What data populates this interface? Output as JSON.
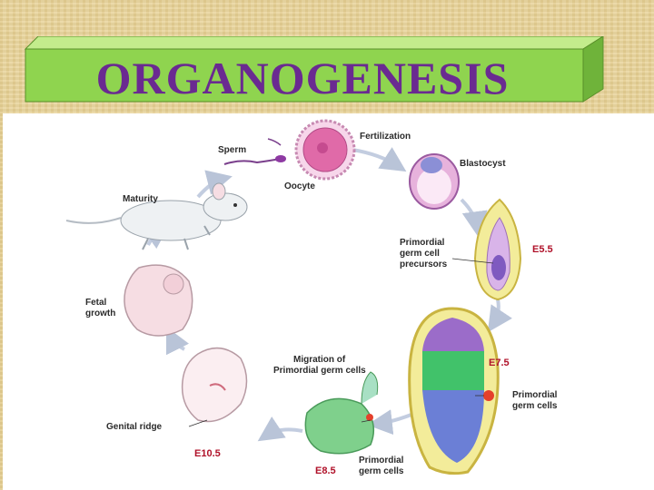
{
  "title": "ORGANOGENESIS",
  "colors": {
    "banner_green": "#8fd44f",
    "title_purple": "#6a2a91",
    "stage_red": "#b0122a",
    "background": "#e9d49a"
  },
  "diagram": {
    "labels": {
      "sperm": "Sperm",
      "fertilization": "Fertilization",
      "oocyte": "Oocyte",
      "blastocyst": "Blastocyst",
      "maturity": "Maturity",
      "pgc_precursors": [
        "Primordial",
        "germ cell",
        "precursors"
      ],
      "fetal_growth": [
        "Fetal",
        "growth"
      ],
      "migration": [
        "Migration of",
        "Primordial germ cells"
      ],
      "primordial_germ_cells": [
        "Primordial",
        "germ cells"
      ],
      "genital_ridge": "Genital ridge",
      "pgc_e85": [
        "Primordial",
        "germ cells"
      ]
    },
    "stages": {
      "e55": "E5.5",
      "e75": "E7.5",
      "e85": "E8.5",
      "e105": "E10.5"
    },
    "icons": [
      "mouse-illustration",
      "sperm-illustration",
      "oocyte-illustration",
      "blastocyst-illustration",
      "embryo-illustration",
      "fetus-illustration",
      "cycle-arrow"
    ]
  }
}
